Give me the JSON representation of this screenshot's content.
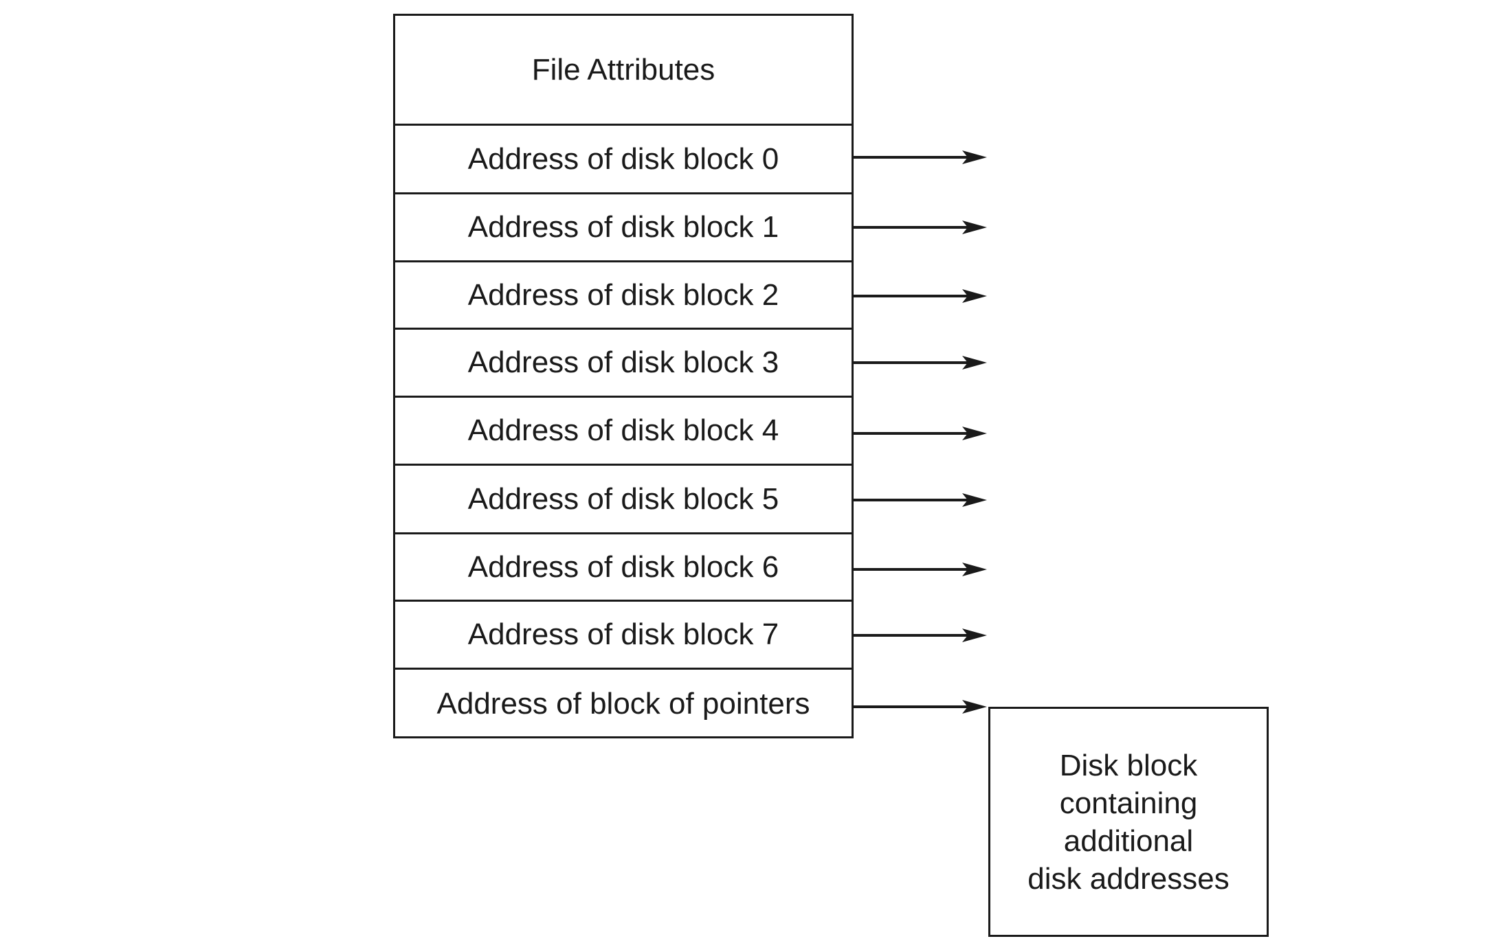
{
  "inode": {
    "header": "File Attributes",
    "entries": [
      "Address of disk block 0",
      "Address of disk block 1",
      "Address of disk block 2",
      "Address of disk block 3",
      "Address of disk block 4",
      "Address of disk block 5",
      "Address of disk block 6",
      "Address of disk block 7",
      "Address of block of pointers"
    ]
  },
  "indirect_block": {
    "label": "Disk block\ncontaining\nadditional\ndisk addresses"
  }
}
